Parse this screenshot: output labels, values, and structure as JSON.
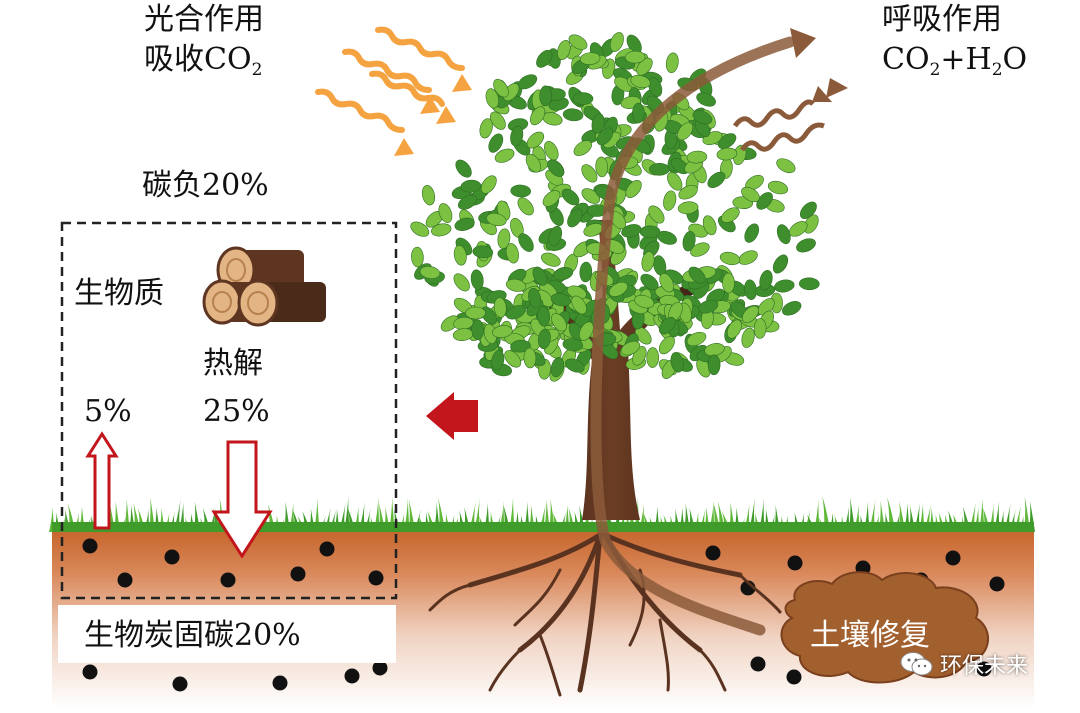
{
  "labels": {
    "photosynthesis": "光合作用",
    "absorb_co2_prefix": "吸收CO",
    "absorb_co2_sub": "2",
    "respiration": "呼吸作用",
    "resp_co2_prefix": "CO",
    "resp_co2_sub": "2",
    "resp_plus_h": "+H",
    "resp_h2o_sub": "2",
    "resp_o": "O",
    "carbon_negative": "碳负20%",
    "biomass": "生物质",
    "pyrolysis": "热解",
    "pct_up": "5%",
    "pct_down": "25%",
    "biochar_sequestration": "生物炭固碳20%",
    "soil_remediation": "土壤修复",
    "watermark": "环保未来"
  },
  "icons": [
    "sun-ray-icon",
    "respiration-wave-icon",
    "log-pile-icon",
    "red-arrow-icon",
    "wechat-icon"
  ],
  "colors": {
    "sun_rays": "#f5a340",
    "respiration_arrow": "#8b5a3a",
    "leaf_light": "#7cc142",
    "leaf_dark": "#3e8e2e",
    "trunk": "#5a3320",
    "grass": "#3f9c2b",
    "soil_top": "#c5642a",
    "soil_bottom": "#ffffff",
    "red_arrow": "#c3161c",
    "dashed_box": "#222222"
  }
}
